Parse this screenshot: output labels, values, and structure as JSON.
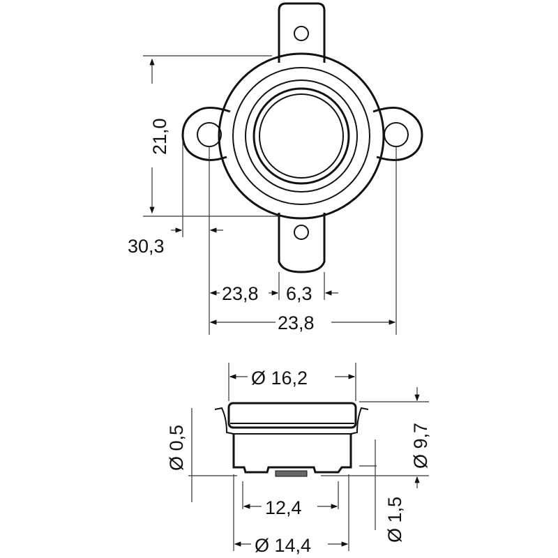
{
  "top_view": {
    "height_label": "21,0",
    "offset_label": "30,3",
    "left_width_label": "23,8",
    "tab_width_label": "6,3",
    "total_width_label": "23,8"
  },
  "side_view": {
    "top_diameter_label": "Ø 16,2",
    "pin_diameter_label": "Ø 0,5",
    "height_diameter_label": "Ø 9,7",
    "inner_width_label": "12,4",
    "small_diameter_label": "Ø 1,5",
    "bottom_diameter_label": "Ø 14,4"
  }
}
